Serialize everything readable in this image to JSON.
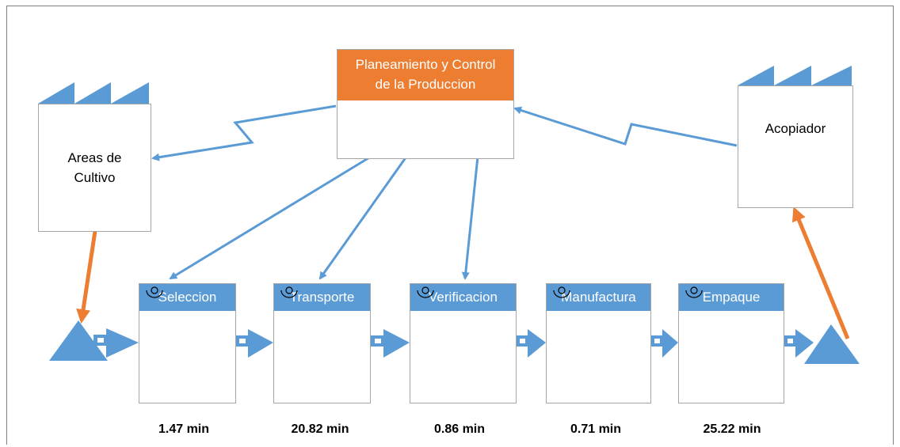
{
  "planning": {
    "title_line1": "Planeamiento y Control",
    "title_line2": "de la Produccion"
  },
  "supplier": {
    "label_line1": "Areas de",
    "label_line2": "Cultivo"
  },
  "customer": {
    "label": "Acopiador"
  },
  "processes": [
    {
      "name": "Seleccion",
      "time": "1.47 min"
    },
    {
      "name": "Transporte",
      "time": "20.82 min"
    },
    {
      "name": "Verificacion",
      "time": "0.86 min"
    },
    {
      "name": "Manufactura",
      "time": "0.71 min"
    },
    {
      "name": "Empaque",
      "time": "25.22 min"
    }
  ],
  "colors": {
    "blue": "#5b9bd5",
    "orange": "#ed7d31",
    "border": "#a6a6a6"
  },
  "icons": {
    "factory": "factory-icon",
    "inventory": "inventory-triangle-icon",
    "push": "push-arrow-icon",
    "operator": "operator-icon"
  }
}
